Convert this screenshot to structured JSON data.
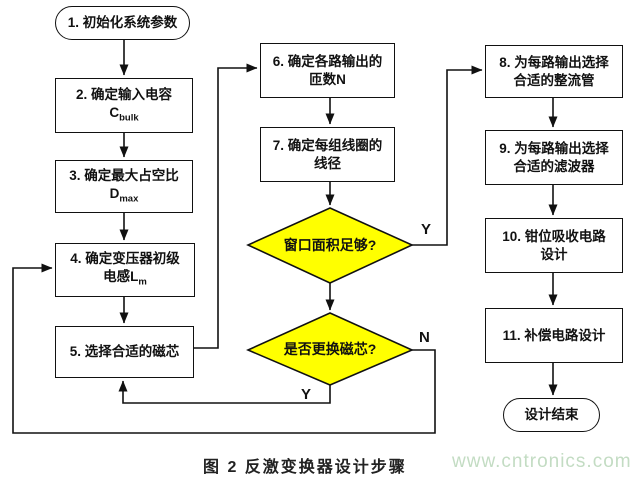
{
  "colors": {
    "diamond_fill": "#ffff00",
    "line": "#111111",
    "watermark": "#c3dcc3"
  },
  "nodes": {
    "start": {
      "label": "1. 初始化系统参数"
    },
    "n2": {
      "line1": "2. 确定输入电容",
      "base": "C",
      "sub": "bulk"
    },
    "n3": {
      "line1": "3. 确定最大占空比",
      "base": "D",
      "sub": "max"
    },
    "n4": {
      "line1": "4. 确定变压器初级",
      "base": "电感L",
      "sub": "m"
    },
    "n5": {
      "label": "5. 选择合适的磁芯"
    },
    "n6": {
      "line1": "6. 确定各路输出的",
      "line2": "匝数N"
    },
    "n7": {
      "line1": "7. 确定每组线圈的",
      "line2": "线径"
    },
    "d1": {
      "label": "窗口面积足够?"
    },
    "d2": {
      "label": "是否更换磁芯?"
    },
    "n8": {
      "line1": "8. 为每路输出选择",
      "line2": "合适的整流管"
    },
    "n9": {
      "line1": "9. 为每路输出选择",
      "line2": "合适的滤波器"
    },
    "n10": {
      "line1": "10. 钳位吸收电路",
      "line2": "设计"
    },
    "n11": {
      "label": "11. 补偿电路设计"
    },
    "end": {
      "label": "设计结束"
    }
  },
  "branch_labels": {
    "d1_yes": "Y",
    "d2_no": "N",
    "d2_yes": "Y"
  },
  "caption": "图 2 反激变换器设计步骤",
  "watermark": "www.cntronics.com"
}
